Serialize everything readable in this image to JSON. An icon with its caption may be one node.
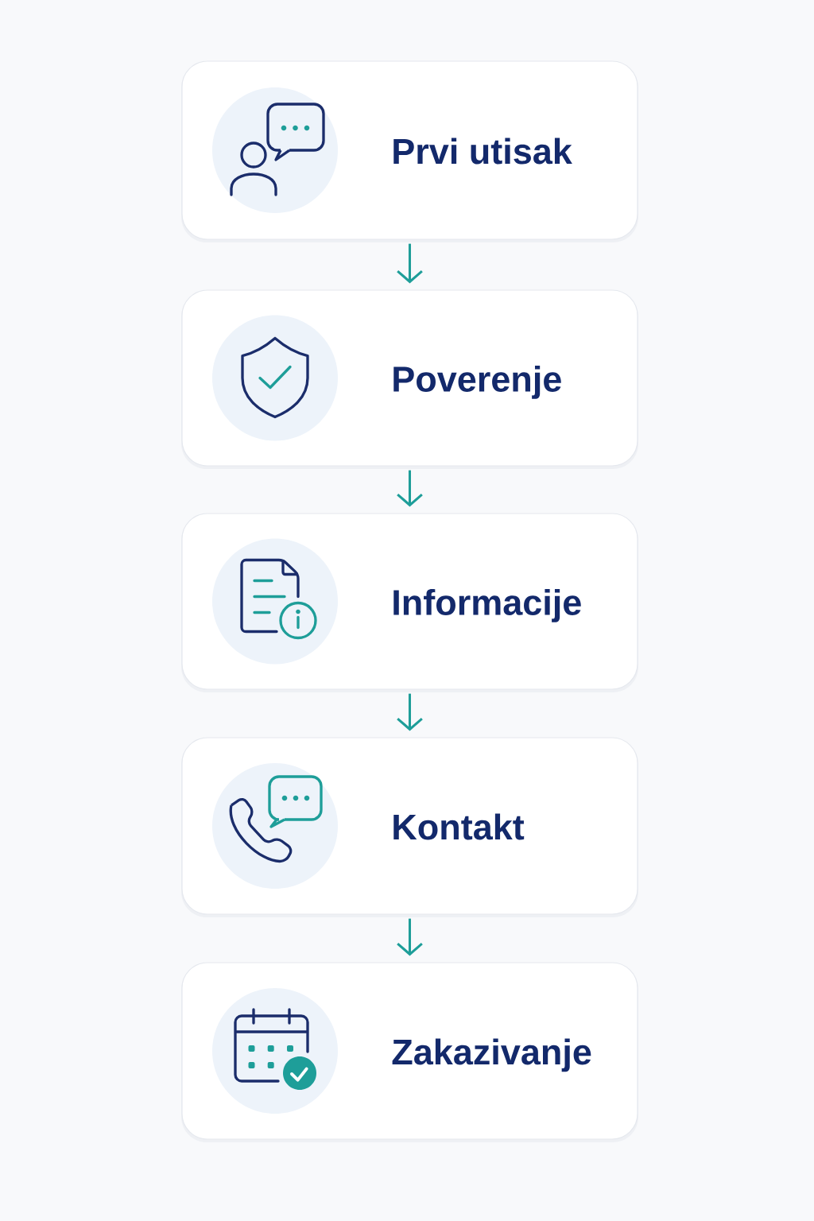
{
  "diagram": {
    "nodes": [
      {
        "text": [
          "Prvi utisak"
        ]
      },
      {
        "text": [
          "Poverenje"
        ]
      },
      {
        "text": [
          "Informacije"
        ]
      },
      {
        "text": [
          "Kontakt"
        ]
      },
      {
        "text": [
          "Zakazivanje"
        ]
      }
    ],
    "edges": [
      {
        "from": 0,
        "to": 1,
        "arrow": "to"
      },
      {
        "from": 1,
        "to": 2,
        "arrow": "to"
      },
      {
        "from": 2,
        "to": 3,
        "arrow": "to"
      },
      {
        "from": 3,
        "to": 4,
        "arrow": "to"
      }
    ]
  }
}
